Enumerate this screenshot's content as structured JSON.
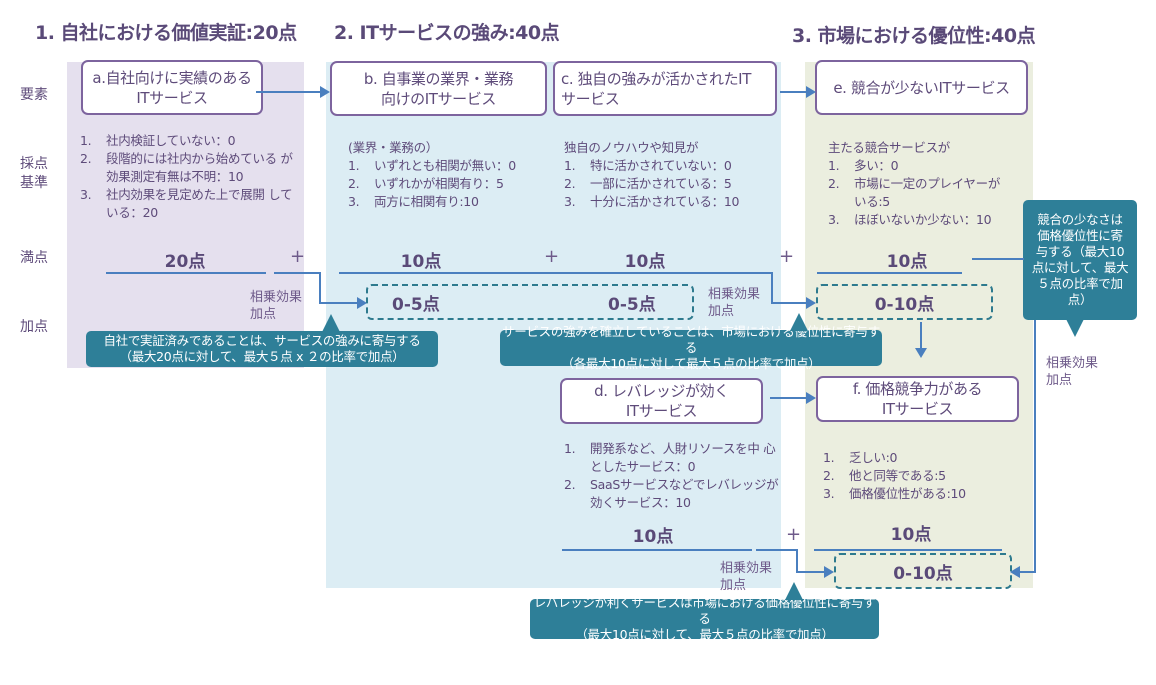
{
  "sections": [
    {
      "title": "1. 自社における価値実証:20点"
    },
    {
      "title": "2. ITサービスの強み:40点"
    },
    {
      "title": "3. 市場における優位性:40点"
    }
  ],
  "row_labels": {
    "elements": "要素",
    "criteria": "採点\n基準",
    "max_score": "満点",
    "bonus": "加点"
  },
  "elements": {
    "a": {
      "label": "a.自社向けに実績のある\nITサービス",
      "criteria_intro": "",
      "criteria": [
        {
          "n": "1.",
          "text": "社内検証していない：0"
        },
        {
          "n": "2.",
          "text": "段階的には社内から始めている が効果測定有無は不明：10"
        },
        {
          "n": "3.",
          "text": "社内効果を見定めた上で展開 している：20"
        }
      ],
      "max_score": "20点"
    },
    "b": {
      "label": "b. 自事業の業界・業務\n向けのITサービス",
      "criteria_intro": "(業界・業務の）",
      "criteria": [
        {
          "n": "1.",
          "text": "いずれとも相関が無い：0"
        },
        {
          "n": "2.",
          "text": "いずれかが相関有り：5"
        },
        {
          "n": "3.",
          "text": "両方に相関有り:10"
        }
      ],
      "max_score": "10点",
      "bonus": "0-5点"
    },
    "c": {
      "label": "c. 独自の強みが活かされたIT\nサービス",
      "criteria_intro": "独自のノウハウや知見が",
      "criteria": [
        {
          "n": "1.",
          "text": "特に活かされていない：0"
        },
        {
          "n": "2.",
          "text": "一部に活かされている：5"
        },
        {
          "n": "3.",
          "text": "十分に活かされている：10"
        }
      ],
      "max_score": "10点",
      "bonus": "0-5点"
    },
    "d": {
      "label": "d. レバレッジが効く\nITサービス",
      "criteria": [
        {
          "n": "1.",
          "text": "開発系など、人財リソースを中 心としたサービス：0"
        },
        {
          "n": "2.",
          "text": "SaaSサービスなどでレバレッジが 効くサービス：10"
        }
      ],
      "max_score": "10点"
    },
    "e": {
      "label": "e. 競合が少ないITサービス",
      "criteria_intro": "主たる競合サービスが",
      "criteria": [
        {
          "n": "1.",
          "text": "多い：0"
        },
        {
          "n": "2.",
          "text": "市場に一定のプレイヤーが いる:5"
        },
        {
          "n": "3.",
          "text": "ほぼいないか少ない：10"
        }
      ],
      "max_score": "10点",
      "bonus": "0-10点"
    },
    "f": {
      "label": "f. 価格競争力がある\nITサービス",
      "criteria": [
        {
          "n": "1.",
          "text": "乏しい:0"
        },
        {
          "n": "2.",
          "text": "他と同等である:5"
        },
        {
          "n": "3.",
          "text": "価格優位性がある:10"
        }
      ],
      "max_score": "10点",
      "bonus": "0-10点"
    }
  },
  "operators": {
    "plus": "+"
  },
  "synergy_label": "相乗効果\n加点",
  "callouts": {
    "self_proof": "自社で実証済みであることは、サービスの強みに寄与する\n（最大20点に対して、最大５点 x ２の比率で加点）",
    "strength": "サービスの強みを確立していることは、市場における優位性に寄与する\n（各最大10点に対して最大５点の比率で加点）",
    "competition": "競合の少なさは\n価格優位性に寄\n与する（最大10\n点に対して、最大\n５点の比率で加\n点）",
    "leverage": "レバレッジが利くサービスは市場における価格優位性に寄与する\n（最大10点に対して、最大５点の比率で加点）"
  },
  "colors": {
    "section1_bg": "#e5e0ee",
    "section2_bg": "#dcedf4",
    "section3_bg": "#ebeedf",
    "box_border": "#7d649e",
    "connector": "#4a7fbf",
    "callout_bg": "#2e7f98"
  }
}
